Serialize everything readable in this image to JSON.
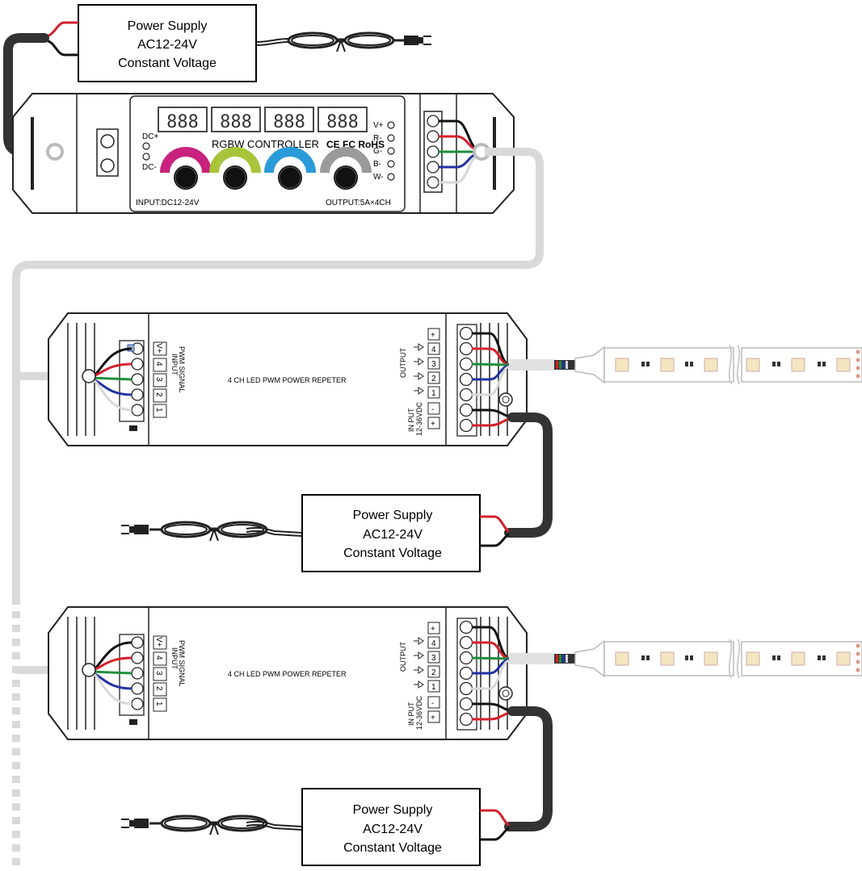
{
  "power_supply": {
    "line1": "Power Supply",
    "line2": "AC12-24V",
    "line3": "Constant Voltage"
  },
  "controller": {
    "title": "RGBW CONTROLLER",
    "certs": "CE FC RoHS",
    "input_label": "INPUT:DC12-24V",
    "output_label": "OUTPUT:5A×4CH",
    "dc_plus": "DC+",
    "dc_minus": "DC-",
    "display_digits": "888",
    "channels": [
      "V+",
      "R-",
      "G-",
      "B-",
      "W-"
    ]
  },
  "repeater": {
    "title": "4 CH LED PWM POWER REPETER",
    "input_label_1": "INPUT",
    "input_label_2": "PWM SIGNAL",
    "output_label": "OUTPUT",
    "power_in_label_1": "IN PUT",
    "power_in_label_2": "12-36VDC",
    "input_terminals": [
      "V+",
      "4",
      "3",
      "2",
      "1"
    ],
    "output_terminals": [
      "+",
      "4",
      "3",
      "2",
      "1"
    ],
    "power_terminals": [
      "-",
      "+"
    ]
  },
  "colors": {
    "red": "#d4202a",
    "green": "#1f8f3a",
    "blue": "#2233a0",
    "white_wire": "#d8d8d8",
    "black": "#111111",
    "knob_magenta": "#c8227e",
    "knob_green": "#a8c43a",
    "knob_blue": "#2a9ad8",
    "knob_gray": "#9a9a9a"
  }
}
